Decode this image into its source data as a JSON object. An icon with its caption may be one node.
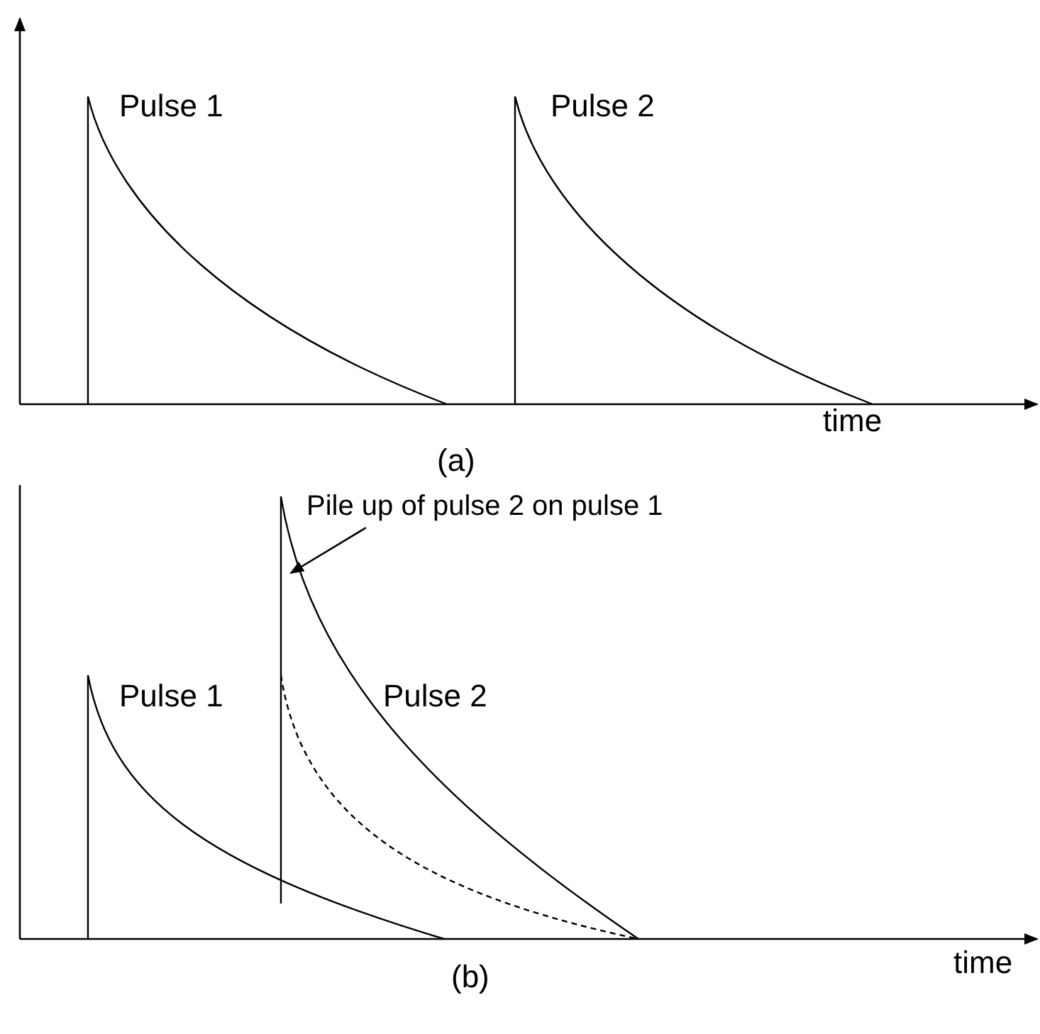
{
  "diagram": {
    "nodes": [
      {
        "text": [
          "Pile up of pulse 2 on pulse 1"
        ]
      },
      {
        "text": [],
        "shape": "line"
      }
    ],
    "edges": [
      {
        "from": 0,
        "to": 1,
        "arrow": "to"
      }
    ],
    "labels": [
      "Pulse 1",
      "Pulse 2",
      "time",
      "(a)",
      "Pulse 1",
      "Pulse 2",
      "time",
      "(b)"
    ]
  }
}
